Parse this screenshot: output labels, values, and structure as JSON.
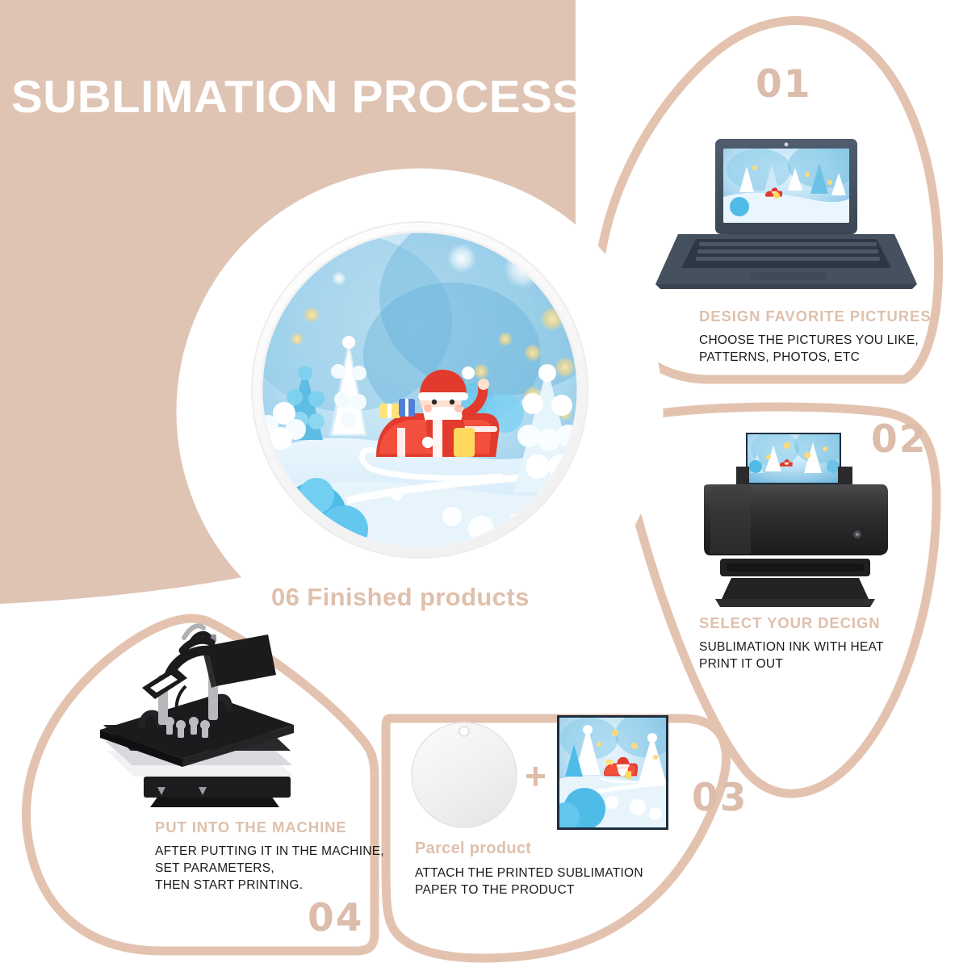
{
  "page": {
    "title": "SUBLIMATION PROCESS",
    "background_color": "#dfc4b4",
    "accent_color": "#e3c3b0",
    "heading_color": "#dfc0ac",
    "body_text_color": "#1b1b1b",
    "canvas_color": "#ffffff"
  },
  "center": {
    "label": "06 Finished products",
    "product_name": "round ceramic ornament",
    "artwork": "3d santa sleigh winter scene"
  },
  "steps": [
    {
      "number": "01",
      "heading": "DESIGN FAVORITE PICTURES",
      "body": "CHOOSE THE PICTURES YOU LIKE,\nPATTERNS, PHOTOS, ETC",
      "illustration": "laptop-icon"
    },
    {
      "number": "02",
      "heading": "SELECT YOUR DECIGN",
      "body": "SUBLIMATION INK WITH HEAT\nPRINT IT OUT",
      "illustration": "printer-icon"
    },
    {
      "number": "03",
      "heading": "Parcel product",
      "body": "ATTACH THE PRINTED SUBLIMATION\nPAPER TO THE PRODUCT",
      "illustration": "blank-ornament-plus-print",
      "plus": "+"
    },
    {
      "number": "04",
      "heading": "PUT INTO THE MACHINE",
      "body": "AFTER PUTTING IT IN THE MACHINE,\nSET PARAMETERS,\nTHEN START PRINTING.",
      "illustration": "heat-press-icon"
    }
  ]
}
